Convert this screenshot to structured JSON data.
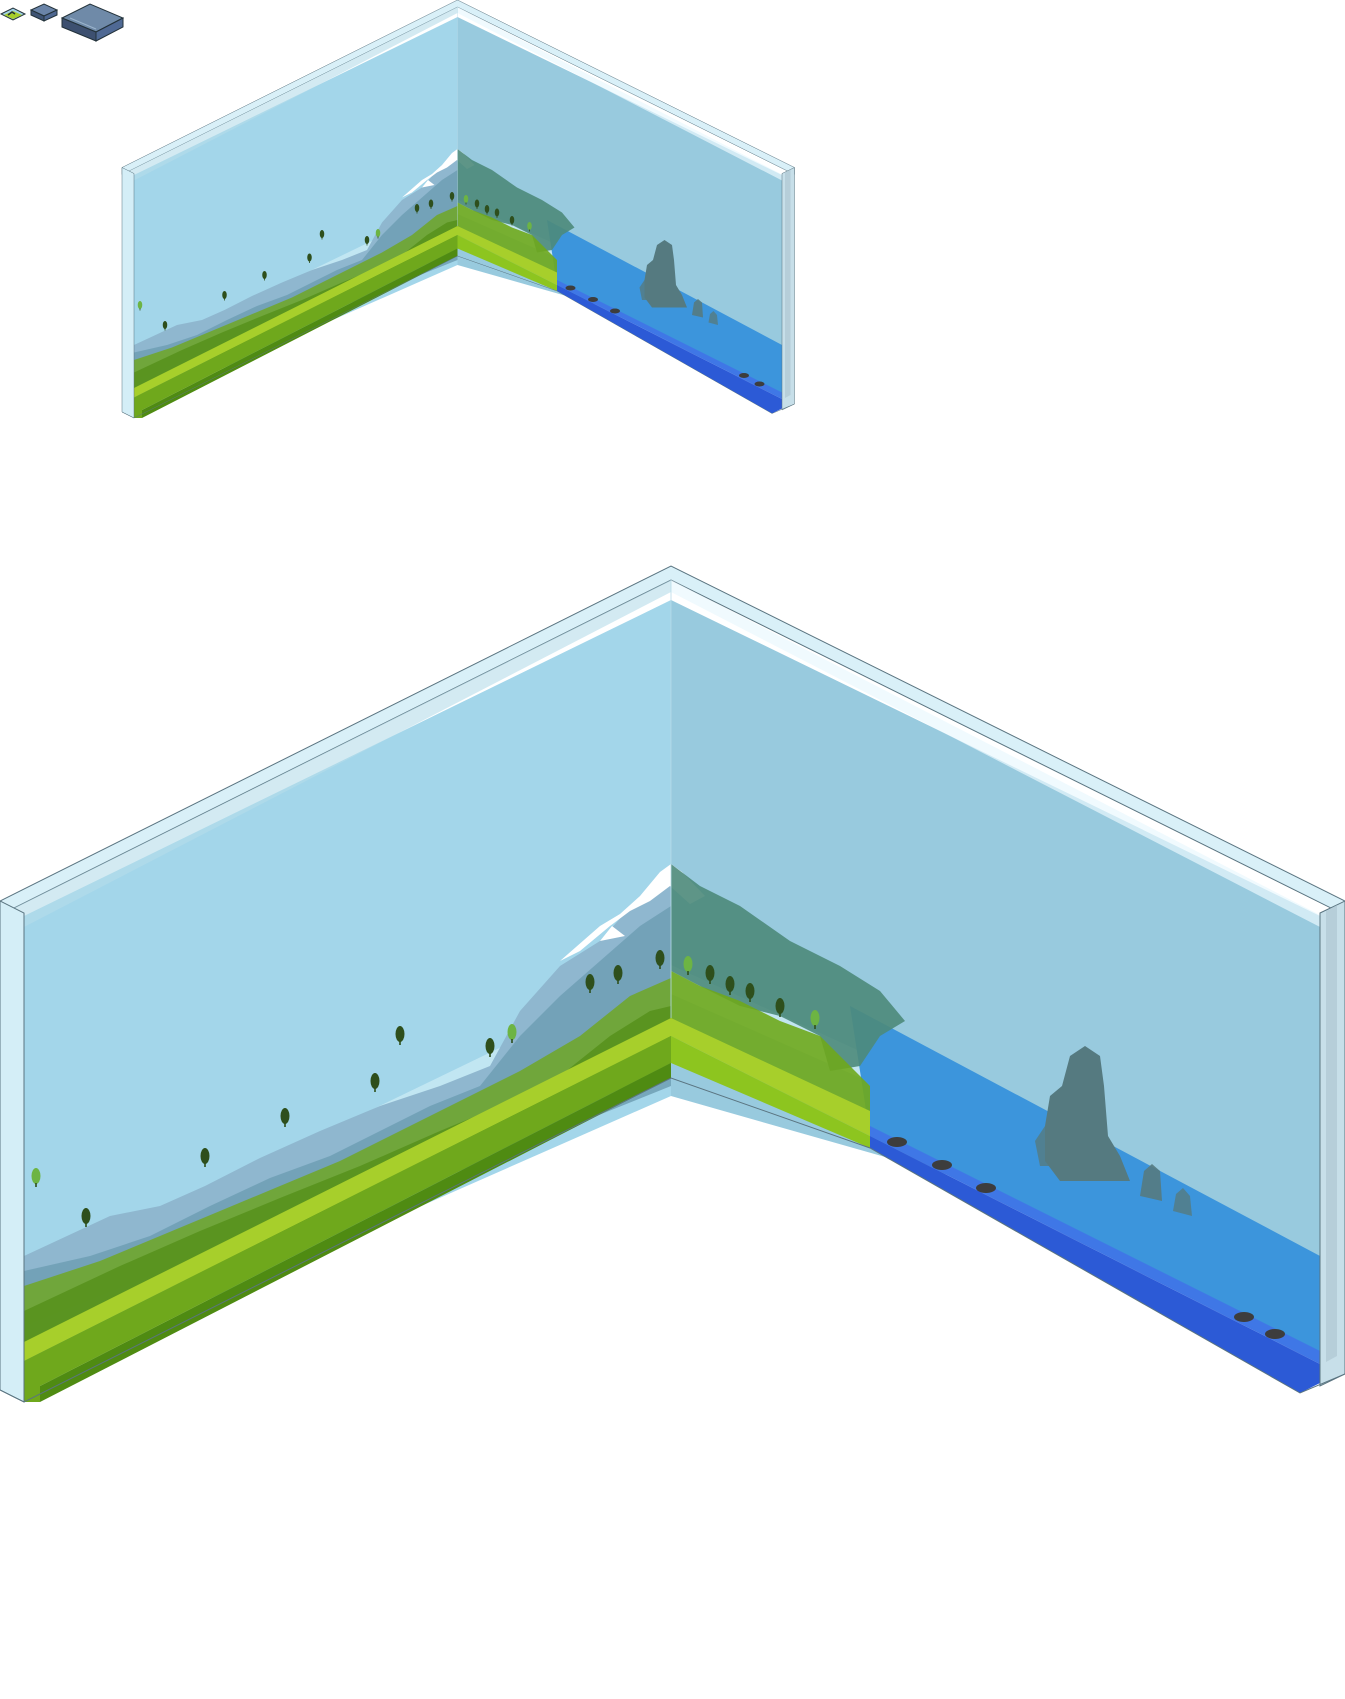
{
  "sprite_sheet": {
    "icons": [
      {
        "name": "landscape-thumbnail-icon"
      },
      {
        "name": "small-tile-icon"
      },
      {
        "name": "large-tile-icon"
      }
    ],
    "previews": [
      {
        "name": "small-wall-preview",
        "scale": 0.5
      },
      {
        "name": "large-wall-preview",
        "scale": 1
      }
    ]
  },
  "colors": {
    "sky_left": "#a3d6ea",
    "sky_right": "#98cade",
    "glass_rim": "#d9f0f8",
    "glass_rim_dark": "#b6dcea",
    "outline": "#5a7480",
    "mountain_far": "#8fb7cf",
    "mountain_mid": "#6e9fb4",
    "mountain_near": "#4d8a7a",
    "snow": "#ffffff",
    "grass_light": "#a7cf2b",
    "grass": "#6fa81c",
    "grass_dark": "#4f8b12",
    "grass_edge": "#8dc51f",
    "tree": "#2e4f1c",
    "tree_light": "#6db443",
    "water": "#3c95dc",
    "water_dark": "#2c5ad6",
    "water_edge": "#3f77e6",
    "rock": "#557a80",
    "stone": "#3d3d3d",
    "icon_dark": "#4a5f7a"
  }
}
